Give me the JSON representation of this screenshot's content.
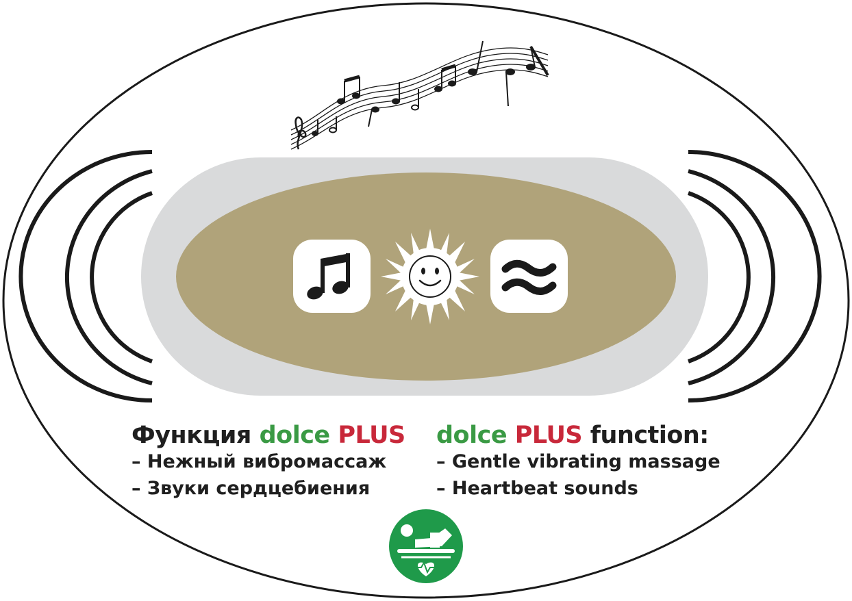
{
  "colors": {
    "outline": "#1a1a1a",
    "ring_gray": "#d9dadb",
    "beige": "#b0a37a",
    "white": "#ffffff",
    "dolce_green": "#3a9a44",
    "plus_red": "#c8283a",
    "badge_green": "#1f9a4a"
  },
  "icons": {
    "music_notes": "music-staff-icon",
    "button_left": "music-note-icon",
    "button_center": "smiling-sun-icon",
    "button_right": "vibration-waves-icon",
    "badge": "baby-on-mat-heart-icon",
    "sound_waves": "sound-wave-arcs-icon"
  },
  "text": {
    "ru": {
      "heading_prefix": "Функция ",
      "brand_dolce": "dolce",
      "brand_plus": "PLUS",
      "item1": "– Нежный вибромассаж",
      "item2": "– Звуки сердцебиения"
    },
    "en": {
      "brand_dolce": "dolce",
      "brand_plus": "PLUS",
      "heading_suffix": " function:",
      "item1": "– Gentle vibrating massage",
      "item2": "– Heartbeat sounds"
    }
  }
}
